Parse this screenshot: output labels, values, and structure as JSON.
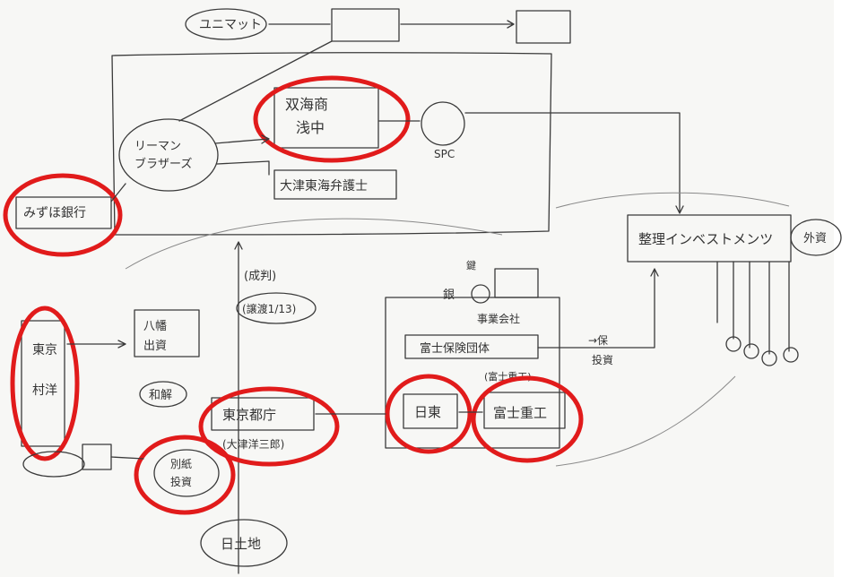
{
  "nodes": {
    "kotobuki": "ユニマット",
    "sojitz": "双海商\n浅中",
    "lehman": "リーマン\nブラザーズ",
    "spc": "SPC",
    "taiyo": "大津東海弁護士",
    "mizuho": "みずほ銀行",
    "investment_big": "整理インベストメンツ",
    "overseas": "外資",
    "left_vertical": "東京\n村洋",
    "center_small_box": "八幡\n出資",
    "senkyo": "(成判)",
    "jouto": "(譲渡1/13)",
    "jouto_suffix": "1/13",
    "nengou": "和解",
    "toho": "東京都庁",
    "toho_sub": "(大津洋三郎)",
    "gin": "銀",
    "hibiki": "日東",
    "fuji": "富士重工",
    "fuji_top": "(富士重工)",
    "fuji_hoken": "富士保険団体",
    "kaisha_label": "事業会社",
    "daiseki": "別紙\n投資",
    "nichijo": "日土地",
    "small_label": "鍵",
    "to_label": "→保\n投資"
  },
  "highlight_color": "#e11b1b",
  "ink_color": "#3a3a3a"
}
